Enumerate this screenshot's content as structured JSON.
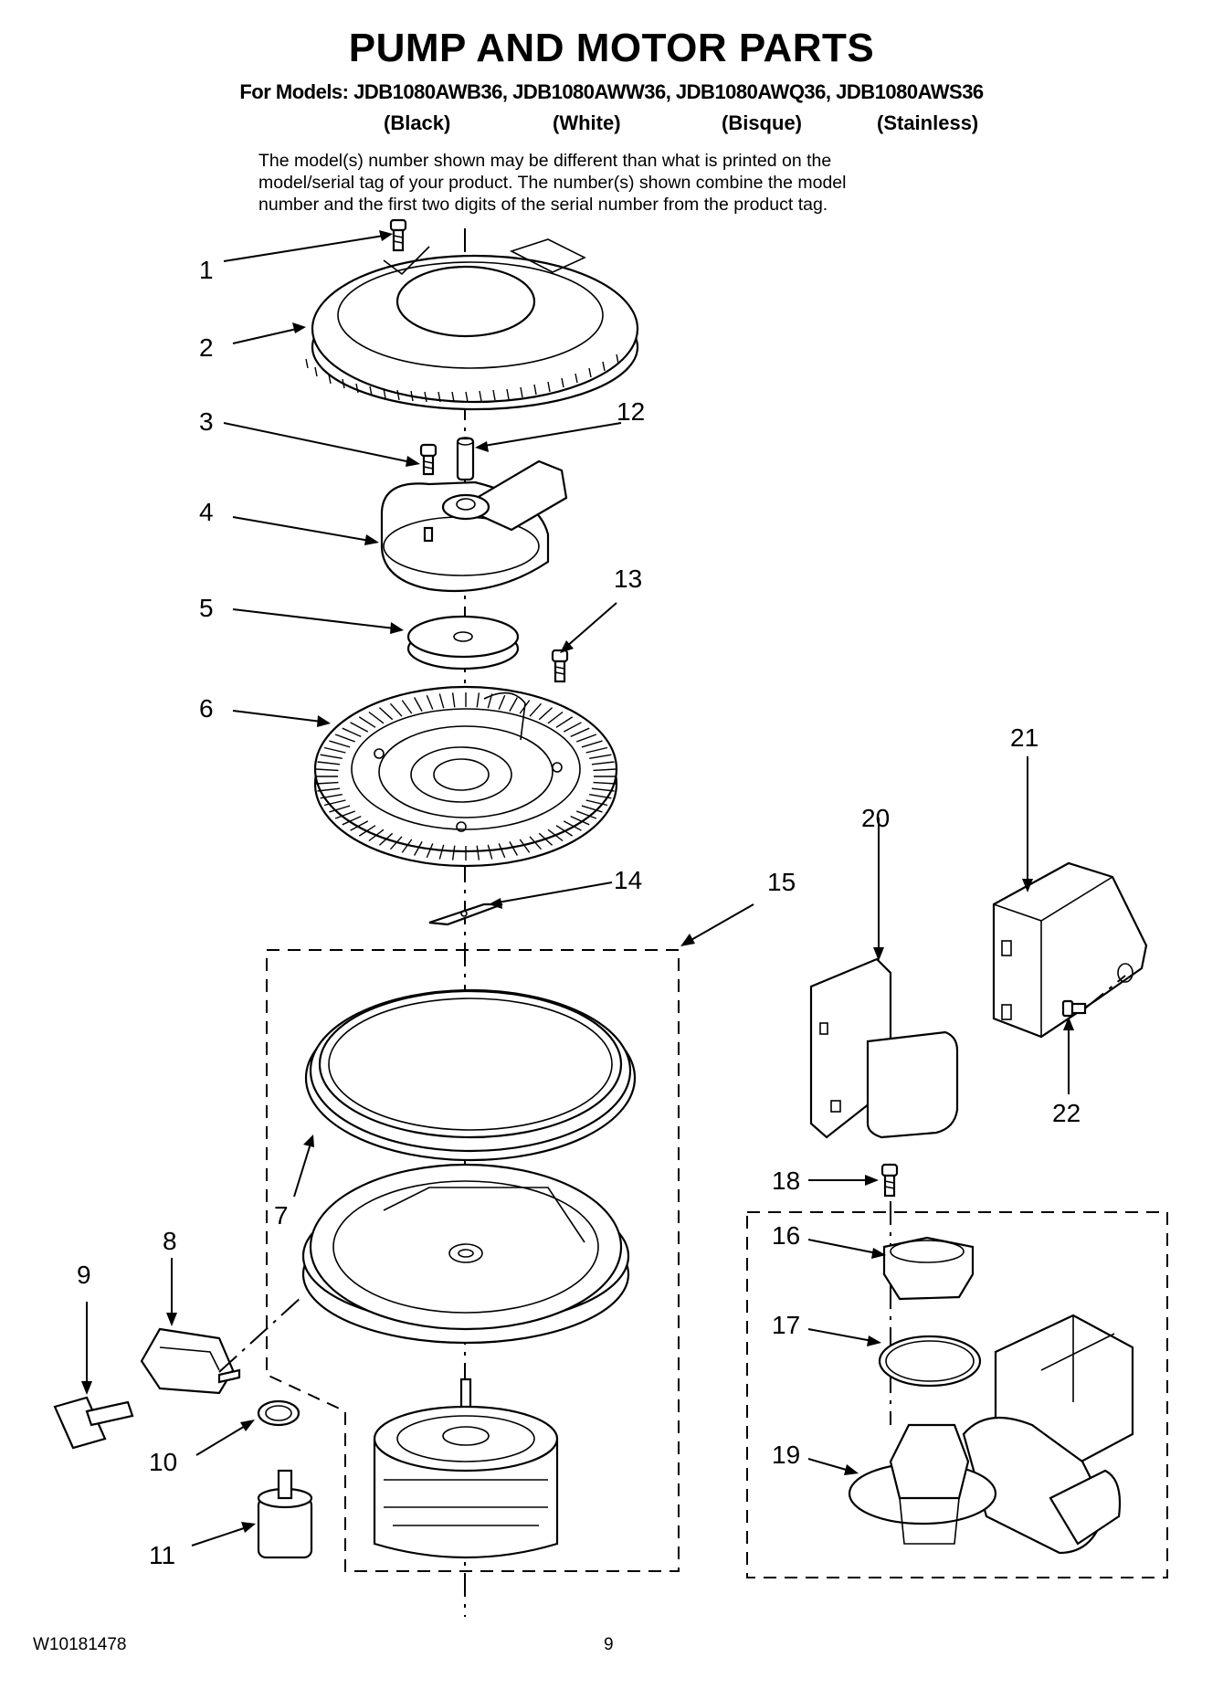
{
  "header": {
    "title": "PUMP AND MOTOR PARTS",
    "models_line": "For Models: JDB1080AWB36, JDB1080AWW36, JDB1080AWQ36, JDB1080AWS36",
    "finishes": [
      "(Black)",
      "(White)",
      "(Bisque)",
      "(Stainless)"
    ],
    "note_lines": [
      "The model(s) number shown may be different than what is printed on the",
      "model/serial tag of your product. The number(s) shown combine the model",
      "number and the first two digits of the serial number from the product tag."
    ]
  },
  "callouts": [
    "1",
    "2",
    "3",
    "4",
    "5",
    "6",
    "7",
    "8",
    "9",
    "10",
    "11",
    "12",
    "13",
    "14",
    "15",
    "16",
    "17",
    "18",
    "19",
    "20",
    "21",
    "22"
  ],
  "footer": {
    "document_number": "W10181478",
    "page_number": "9"
  }
}
